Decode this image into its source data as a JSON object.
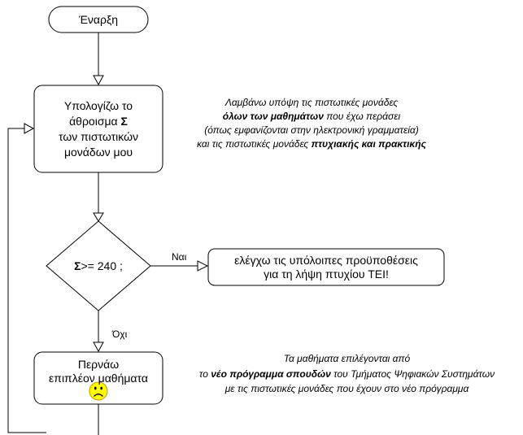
{
  "start": {
    "label": "Έναρξη"
  },
  "compute_step": {
    "line1": "Υπολογίζω το",
    "line2": "άθροισμα",
    "line2_symbol": "Σ",
    "line3": "των πιστωτικών",
    "line4": "μονάδων μου"
  },
  "compute_note": {
    "line1": "Λαμβάνω υπόψη τις πιστωτικές μονάδες",
    "line2_bold": "όλων των μαθημάτων",
    "line2_rest": "που έχω περάσει",
    "line3": "(όπως εμφανίζονται στην ηλεκτρονική γραμματεία)",
    "line4_prefix": "και τις πιστωτικές μονάδες",
    "line4_bold": "πτυχιακής και πρακτικής"
  },
  "decision": {
    "symbol": "Σ",
    "condition": ">= 240 ;",
    "yes_label": "Ναι",
    "no_label": "Όχι"
  },
  "yes_step": {
    "line1": "ελέγχω τις υπόλοιπες προϋποθέσεις",
    "line2": "για τη λήψη πτυχίου ΤΕΙ!"
  },
  "no_step": {
    "line1": "Περνάω",
    "line2": "επιπλέον μαθήματα",
    "icon": "sad-face-icon"
  },
  "no_note": {
    "line1": "Τα μαθήματα επιλέγονται από",
    "line2_prefix": "το",
    "line2_bold": "νέο πρόγραμμα σπουδών",
    "line2_rest": "του Τμήματος Ψηφιακών Συστημάτων",
    "line3": "με τις πιστωτικές μονάδες που έχουν στο νέο πρόγραμμα"
  },
  "colors": {
    "stroke": "#000000",
    "shape_fill": "#ffffff",
    "smiley_fill": "#ffff00",
    "smiley_outline": "#c89b00"
  }
}
